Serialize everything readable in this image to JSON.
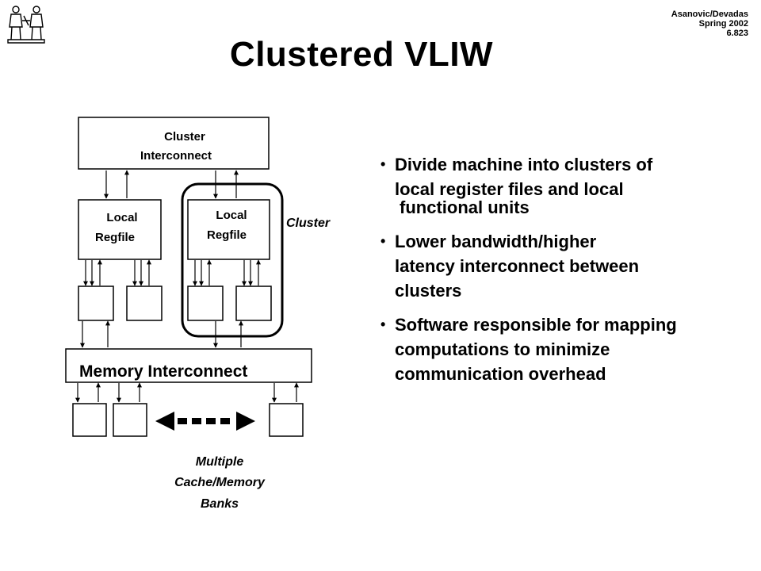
{
  "header": {
    "authors": "Asanovic/Devadas",
    "term": "Spring 2002",
    "course": "6.823"
  },
  "title": "Clustered VLIW",
  "diagram": {
    "cluster_interconnect": [
      "Cluster",
      "Interconnect"
    ],
    "local_regfile": [
      "Local",
      "Regfile"
    ],
    "cluster_label": "Cluster",
    "memory_interconnect": "Memory Interconnect",
    "banks_label": [
      "Multiple",
      "Cache/Memory",
      "Banks"
    ]
  },
  "bullets": [
    [
      "Divide machine into clusters of",
      "local register files and local",
      "functional units"
    ],
    [
      "Lower bandwidth/higher",
      "latency interconnect between",
      "clusters"
    ],
    [
      "Software responsible for mapping",
      "computations to minimize",
      "communication overhead"
    ]
  ]
}
